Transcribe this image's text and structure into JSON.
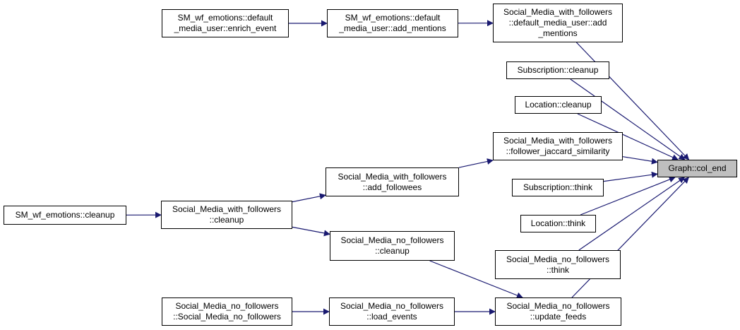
{
  "colors": {
    "edge": "#191970",
    "node_border": "#000000",
    "node_fill": "#ffffff",
    "focus_fill": "#bfbfbf"
  },
  "nodes": {
    "enrich_event": {
      "lines": [
        "SM_wf_emotions::default",
        "_media_user::enrich_event"
      ]
    },
    "sm_add_mentions": {
      "lines": [
        "SM_wf_emotions::default",
        "_media_user::add_mentions"
      ]
    },
    "swf_add_mentions": {
      "lines": [
        "Social_Media_with_followers",
        "::default_media_user::add",
        "_mentions"
      ]
    },
    "subscription_cleanup": {
      "lines": [
        "Subscription::cleanup"
      ]
    },
    "location_cleanup": {
      "lines": [
        "Location::cleanup"
      ]
    },
    "jaccard": {
      "lines": [
        "Social_Media_with_followers",
        "::follower_jaccard_similarity"
      ]
    },
    "col_end": {
      "lines": [
        "Graph::col_end"
      ]
    },
    "add_followees": {
      "lines": [
        "Social_Media_with_followers",
        "::add_followees"
      ]
    },
    "subscription_think": {
      "lines": [
        "Subscription::think"
      ]
    },
    "sm_cleanup": {
      "lines": [
        "SM_wf_emotions::cleanup"
      ]
    },
    "swf_cleanup": {
      "lines": [
        "Social_Media_with_followers",
        "::cleanup"
      ]
    },
    "location_think": {
      "lines": [
        "Location::think"
      ]
    },
    "snf_cleanup": {
      "lines": [
        "Social_Media_no_followers",
        "::cleanup"
      ]
    },
    "snf_think": {
      "lines": [
        "Social_Media_no_followers",
        "::think"
      ]
    },
    "snf_ctor": {
      "lines": [
        "Social_Media_no_followers",
        "::Social_Media_no_followers"
      ]
    },
    "load_events": {
      "lines": [
        "Social_Media_no_followers",
        "::load_events"
      ]
    },
    "update_feeds": {
      "lines": [
        "Social_Media_no_followers",
        "::update_feeds"
      ]
    }
  },
  "edges": [
    [
      "enrich_event",
      "sm_add_mentions"
    ],
    [
      "sm_add_mentions",
      "swf_add_mentions"
    ],
    [
      "swf_add_mentions",
      "col_end"
    ],
    [
      "subscription_cleanup",
      "col_end"
    ],
    [
      "location_cleanup",
      "col_end"
    ],
    [
      "jaccard",
      "col_end"
    ],
    [
      "subscription_think",
      "col_end"
    ],
    [
      "location_think",
      "col_end"
    ],
    [
      "snf_think",
      "col_end"
    ],
    [
      "update_feeds",
      "col_end"
    ],
    [
      "add_followees",
      "jaccard"
    ],
    [
      "swf_cleanup",
      "add_followees"
    ],
    [
      "sm_cleanup",
      "swf_cleanup"
    ],
    [
      "swf_cleanup",
      "snf_cleanup"
    ],
    [
      "snf_cleanup",
      "update_feeds"
    ],
    [
      "load_events",
      "update_feeds"
    ],
    [
      "snf_ctor",
      "load_events"
    ]
  ]
}
